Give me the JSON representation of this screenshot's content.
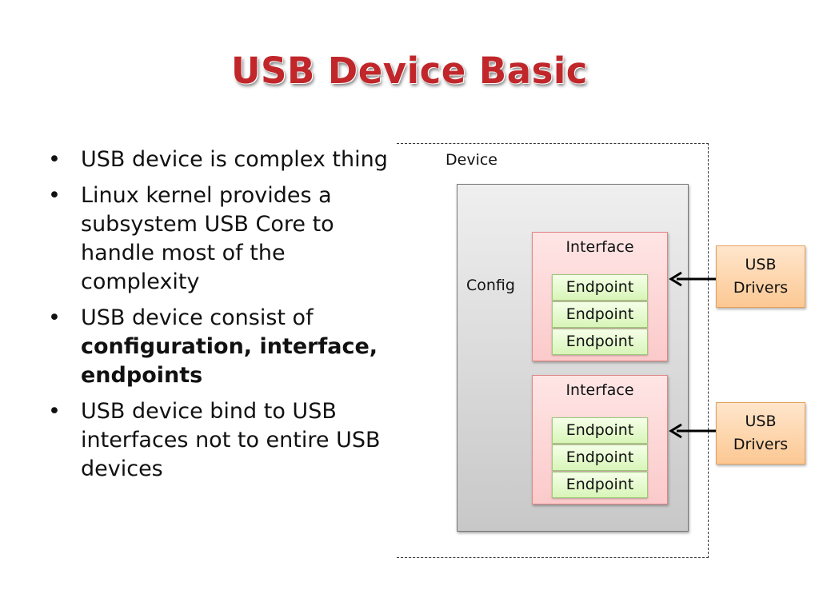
{
  "title": "USB Device Basic",
  "bullets": [
    {
      "text": "USB device is complex thing",
      "bold": ""
    },
    {
      "text": "Linux kernel provides a subsystem USB Core to handle most of the complexity",
      "bold": ""
    },
    {
      "text": "USB device consist of",
      "bold": "configuration, interface, endpoints"
    },
    {
      "text": "USB device bind to USB interfaces not to entire USB devices",
      "bold": ""
    }
  ],
  "diagram": {
    "device_label": "Device",
    "config_label": "Config",
    "interfaces": [
      {
        "label": "Interface",
        "endpoints": [
          "Endpoint",
          "Endpoint",
          "Endpoint"
        ]
      },
      {
        "label": "Interface",
        "endpoints": [
          "Endpoint",
          "Endpoint",
          "Endpoint"
        ]
      }
    ],
    "drivers": [
      {
        "line1": "USB",
        "line2": "Drivers"
      },
      {
        "line1": "USB",
        "line2": "Drivers"
      }
    ]
  },
  "colors": {
    "title": "#c0262a",
    "interface_fill": "#fbcaca",
    "endpoint_fill": "#d8f5b8",
    "driver_fill": "#fcc893",
    "config_fill": "#d9d9d9"
  }
}
